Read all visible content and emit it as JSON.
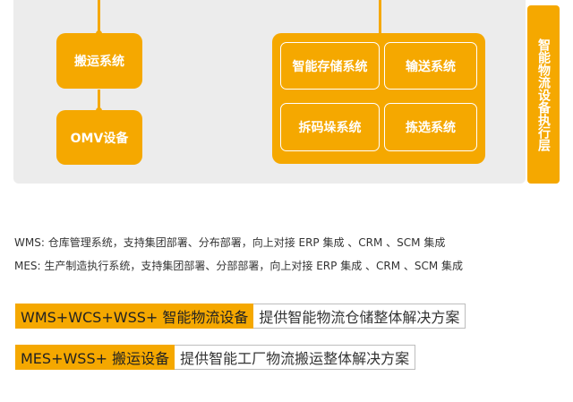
{
  "diagram": {
    "side_label": "智能物流设备执行层",
    "left_boxes": [
      "搬运系统",
      "OMV设备"
    ],
    "right_cells": [
      "智能存储系统",
      "输送系统",
      "拆码垛系统",
      "拣选系统"
    ]
  },
  "descriptions": [
    "WMS: 仓库管理系统，支持集团部署、分布部署，向上对接 ERP 集成 、CRM 、SCM 集成",
    "MES: 生产制造执行系统，支持集团部署、分部部署，向上对接 ERP 集成 、CRM 、SCM 集成"
  ],
  "banners": [
    {
      "key": "WMS+WCS+WSS+ 智能物流设备",
      "value": "提供智能物流仓储整体解决方案"
    },
    {
      "key": "MES+WSS+ 搬运设备",
      "value": "提供智能工厂物流搬运整体解决方案"
    }
  ],
  "colors": {
    "accent": "#f5a800",
    "panel": "#ececec"
  }
}
